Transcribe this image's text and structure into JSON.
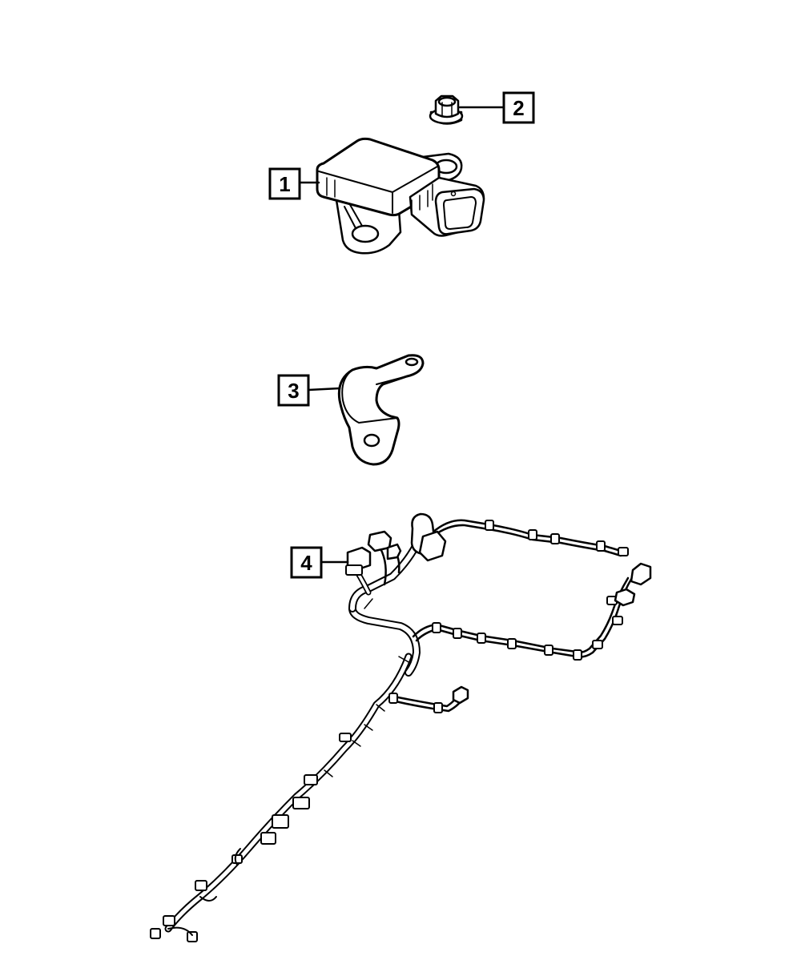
{
  "callouts": [
    {
      "id": "1",
      "label": "1"
    },
    {
      "id": "2",
      "label": "2"
    },
    {
      "id": "3",
      "label": "3"
    },
    {
      "id": "4",
      "label": "4"
    }
  ],
  "parts": [
    {
      "callout": "1",
      "icon": "sensor-module-icon"
    },
    {
      "callout": "2",
      "icon": "flange-nut-icon"
    },
    {
      "callout": "3",
      "icon": "bracket-clip-icon"
    },
    {
      "callout": "4",
      "icon": "wiring-harness-icon"
    }
  ],
  "colors": {
    "ink": "#000000",
    "paper": "#ffffff"
  }
}
